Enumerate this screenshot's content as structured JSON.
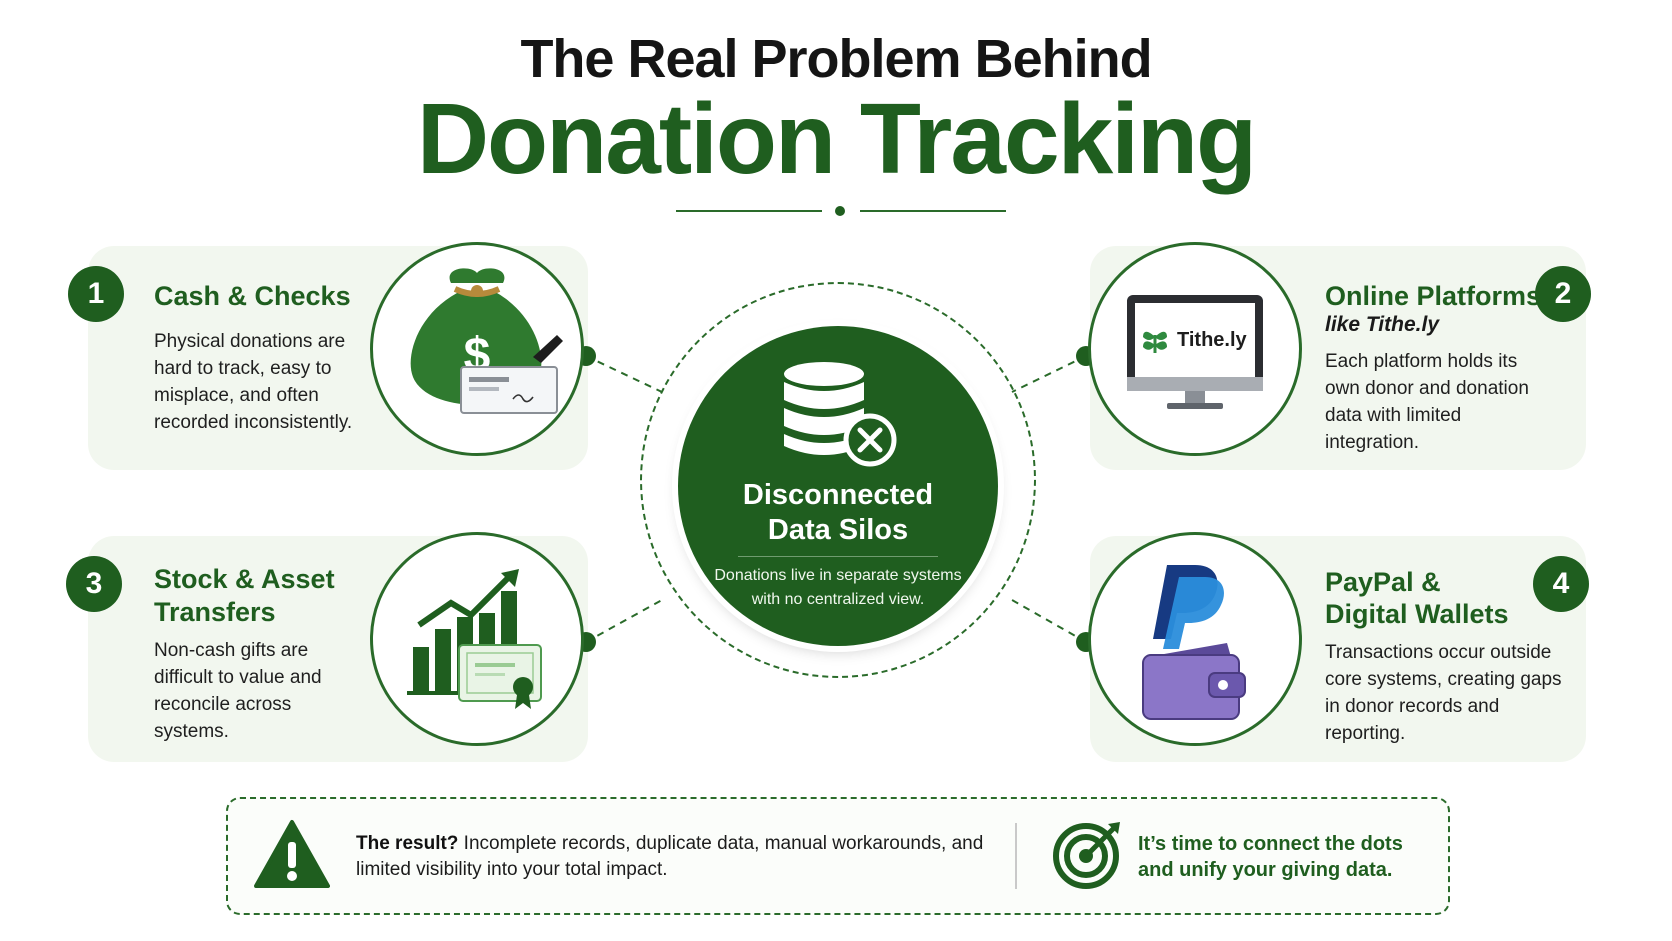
{
  "header": {
    "title_line1": "The Real Problem Behind",
    "title_line2": "Donation Tracking"
  },
  "cards": [
    {
      "number": "1",
      "title": "Cash & Checks",
      "text": "Physical donations are hard to track, easy to misplace, and often recorded inconsistently."
    },
    {
      "number": "2",
      "title": "Online Platforms",
      "subtitle": "like Tithe.ly",
      "screen_label": "Tithe.ly",
      "text": "Each platform holds its own donor and donation data with limited integration."
    },
    {
      "number": "3",
      "title_line1": "Stock & Asset",
      "title_line2": "Transfers",
      "text": "Non-cash gifts are difficult to value and reconcile across systems."
    },
    {
      "number": "4",
      "title_line1": "PayPal &",
      "title_line2": "Digital Wallets",
      "text": "Transactions occur outside core systems, creating gaps in donor records and reporting."
    }
  ],
  "center": {
    "title_line1": "Disconnected",
    "title_line2": "Data Silos",
    "text": "Donations live in separate systems with no centralized view."
  },
  "footer": {
    "result_label": "The result?",
    "result_text": " Incomplete records, duplicate data, manual workarounds, and limited visibility into your total impact.",
    "cta_text": "It’s time to connect the dots and unify your giving data."
  },
  "colors": {
    "brand_green": "#1f5e1f",
    "panel_bg": "#f2f7ef",
    "wallet_purple": "#8b76c8",
    "paypal_dark": "#173a82",
    "paypal_light": "#2a8ddb"
  },
  "icons": [
    "money-bag-icon",
    "check-icon",
    "monitor-icon",
    "sprout-icon",
    "bar-chart-icon",
    "certificate-icon",
    "paypal-icon",
    "wallet-icon",
    "database-icon",
    "close-icon",
    "warning-icon",
    "target-icon"
  ]
}
